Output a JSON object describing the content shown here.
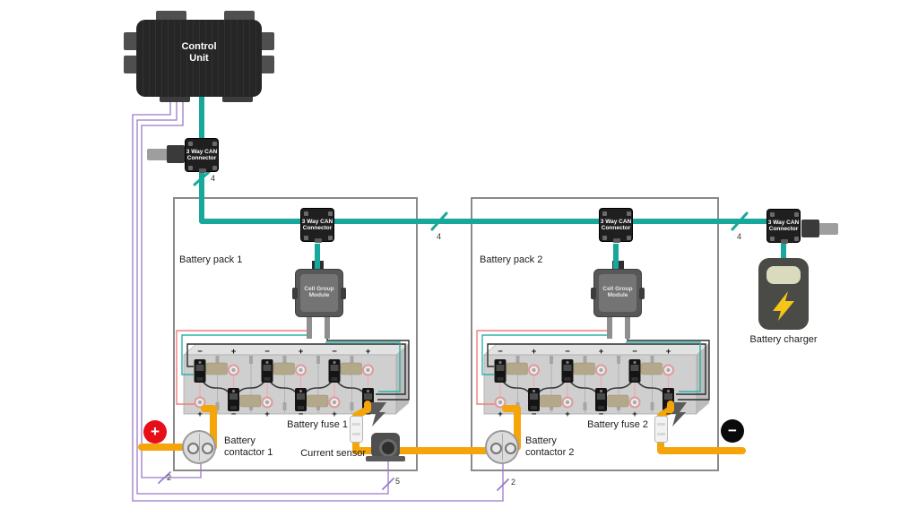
{
  "labels": {
    "control_unit": "Control Unit",
    "can_connector_line1": "3 Way CAN",
    "can_connector_line2": "Connector",
    "cgm_line1": "Cell Group",
    "cgm_line2": "Module",
    "battery_charger": "Battery charger",
    "current_sensor": "Current sensor",
    "plus": "+",
    "minus": "−"
  },
  "packs": [
    {
      "name": "Battery pack 1",
      "contactor": "Battery contactor 1",
      "fuse": "Battery fuse 1"
    },
    {
      "name": "Battery pack 2",
      "contactor": "Battery contactor 2",
      "fuse": "Battery fuse 2"
    }
  ],
  "wire_counts": {
    "can_trunk_1": "4",
    "can_trunk_2": "4",
    "can_trunk_3": "4",
    "contactor_1": "2",
    "current_sensor": "5",
    "contactor_2": "2"
  },
  "cells": {
    "per_pack": 6,
    "top_signs": [
      "−",
      "+",
      "−",
      "+",
      "−",
      "+"
    ],
    "bottom_signs": [
      "+",
      "−",
      "+",
      "−",
      "+",
      "−"
    ]
  },
  "colors": {
    "can_bus": "#17a79b",
    "power": "#f5a40a",
    "signal": "#9b79c9",
    "sense_red": "#f27d7d",
    "sense_teal": "#2ab3a8",
    "sense_black": "#2c2c2c",
    "plus_terminal": "#e60f17",
    "minus_terminal": "#0a0a0a"
  }
}
